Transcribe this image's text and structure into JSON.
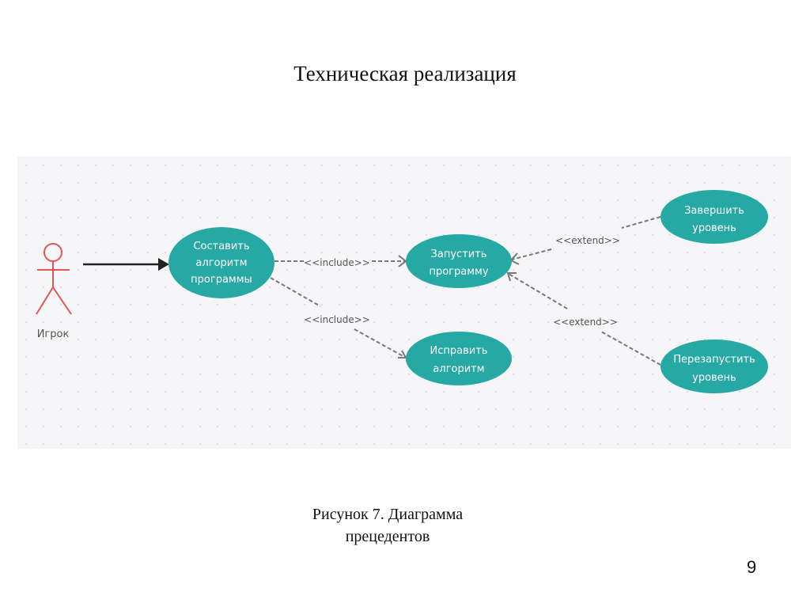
{
  "slide": {
    "title": "Техническая реализация",
    "caption_line1": "Рисунок 7. Диаграмма",
    "caption_line2": "прецедентов",
    "page_number": "9"
  },
  "diagram": {
    "actor": {
      "label": "Игрок",
      "color": "#e05555"
    },
    "use_case_color": "#26a8a4",
    "use_cases": {
      "compose": [
        "Составить",
        "алгоритм",
        "программы"
      ],
      "run": [
        "Запустить",
        "программу"
      ],
      "fix": [
        "Исправить",
        "алгоритм"
      ],
      "finish": [
        "Завершить",
        "уровень"
      ],
      "restart": [
        "Перезапустить",
        "уровень"
      ]
    },
    "relations": {
      "include_run": "<<include>>",
      "include_fix": "<<include>>",
      "extend_finish": "<<extend>>",
      "extend_restart": "<<extend>>"
    }
  }
}
